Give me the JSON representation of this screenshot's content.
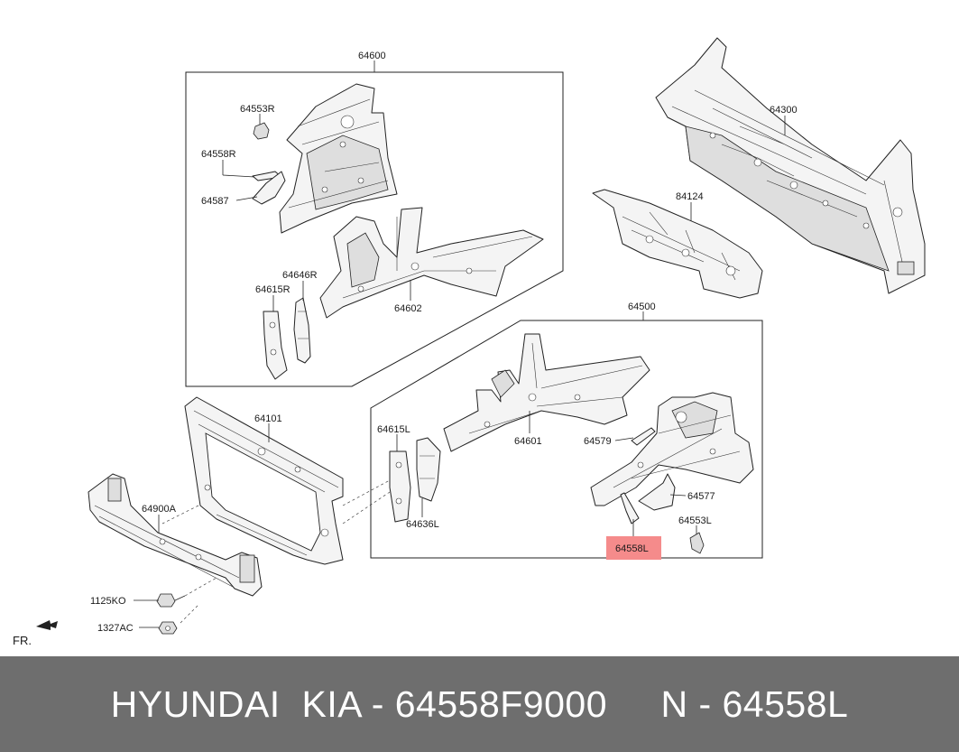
{
  "labels": {
    "p64600": "64600",
    "p64553R": "64553R",
    "p64558R": "64558R",
    "p64587": "64587",
    "p64646R": "64646R",
    "p64615R": "64615R",
    "p64602": "64602",
    "p64300": "64300",
    "p84124": "84124",
    "p64500": "64500",
    "p64101": "64101",
    "p64615L": "64615L",
    "p64601": "64601",
    "p64579": "64579",
    "p64636L": "64636L",
    "p64577": "64577",
    "p64553L": "64553L",
    "p64558L": "64558L",
    "p64900A": "64900A",
    "p1125KO": "1125KO",
    "p1327AC": "1327AC",
    "fr": "FR."
  },
  "highlight_color": "#f58b8b",
  "footer": {
    "text": "HYUNDAI  KIA - 64558F9000     N - 64558L",
    "background": "#6e6e6e"
  }
}
